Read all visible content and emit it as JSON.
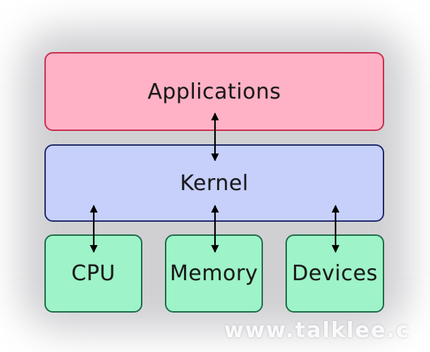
{
  "layers": {
    "applications": "Applications",
    "kernel": "Kernel",
    "hardware": [
      "CPU",
      "Memory",
      "Devices"
    ]
  },
  "watermark": "www.talklee.c",
  "colors": {
    "applications_fill": "#ffb2c6",
    "applications_border": "#cc2d4d",
    "kernel_fill": "#c6d0fb",
    "kernel_border": "#1f2a6b",
    "hardware_fill": "#9ef3c8",
    "hardware_border": "#1d6b47",
    "arrow": "#000000"
  }
}
